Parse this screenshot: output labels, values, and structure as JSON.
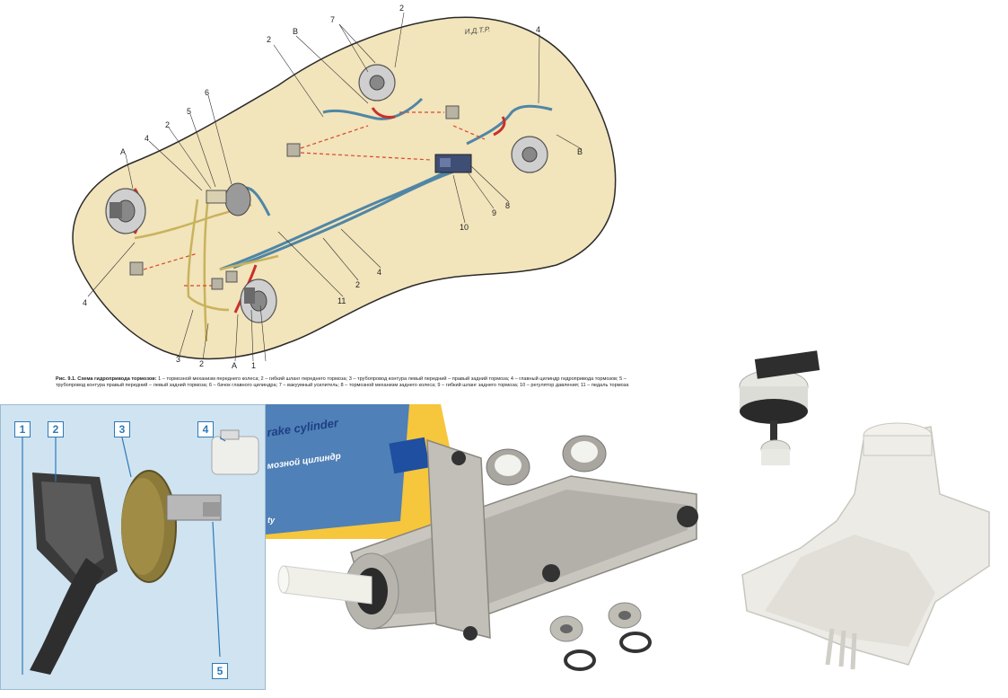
{
  "diagram": {
    "watermark": "И.Д.Т.Р.",
    "labels": {
      "n1": "1",
      "n2": "2",
      "n3": "3",
      "n4": "4",
      "n5": "5",
      "n6": "6",
      "n7": "7",
      "n8": "8",
      "n9": "9",
      "n10": "10",
      "n11": "11",
      "a": "A",
      "b": "B"
    },
    "caption_title": "Рис. 9.1. Схема гидропривода тормозов:",
    "caption_body": "1 – тормозной механизм переднего колеса; 2 – гибкий шланг переднего тормоза; 3 – трубопровод контура левый передний – правый задний тормоза; 4 – главный цилиндр гидропривода тормозов; 5 – трубопровод контура правый передний – левый задний тормоза; 6 – бачок главного цилиндра; 7 – вакуумный усилитель; 8 – тормозной механизм заднего колеса; 9 – гибкий шланг заднего тормоза; 10 – регулятор давления; 11 – педаль тормоза"
  },
  "photo_callouts": [
    "1",
    "2",
    "3",
    "4",
    "5"
  ],
  "product_box": {
    "line1": "rake cylinder",
    "line2": "мозной цилиндр",
    "line3": "ty"
  },
  "colors": {
    "body_fill": "#f2e4bb",
    "blue_line": "#4f86a6",
    "red_line": "#c9302c",
    "yellow_line": "#c8b35d",
    "callout_blue": "#2d7ab8"
  }
}
